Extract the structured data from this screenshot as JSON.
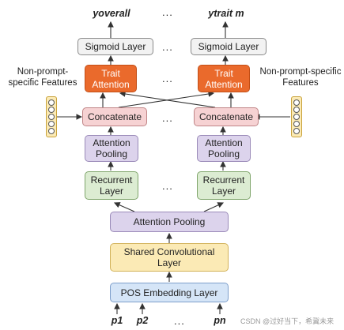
{
  "outputs": {
    "left": "yoverall",
    "right": "ytrait m",
    "sep": "..."
  },
  "layers": {
    "sigmoid": "Sigmoid Layer",
    "trait_attention": "Trait Attention",
    "concatenate": "Concatenate",
    "attention_pooling_upper": "Attention Pooling",
    "recurrent": "Recurrent Layer",
    "attention_pooling_lower": "Attention Pooling",
    "shared_conv": "Shared Convolutional Layer",
    "pos_embedding": "POS Embedding Layer"
  },
  "features": {
    "left": "Non-prompt-specific Features",
    "right": "Non-prompt-specific Features"
  },
  "inputs": {
    "p1": "p1",
    "p2": "p2",
    "dots": "...",
    "pn": "pn"
  },
  "watermark": "CSDN @过好当下，希冀未来",
  "colors": {
    "trait_attention": "#ea6a2c",
    "concatenate": "#f6d2d3",
    "attention_pooling": "#dcd3ec",
    "recurrent": "#dcecd2",
    "shared_conv": "#fbeab5",
    "pos_embedding": "#d5e5f7",
    "sigmoid": "#f2f2f2"
  }
}
